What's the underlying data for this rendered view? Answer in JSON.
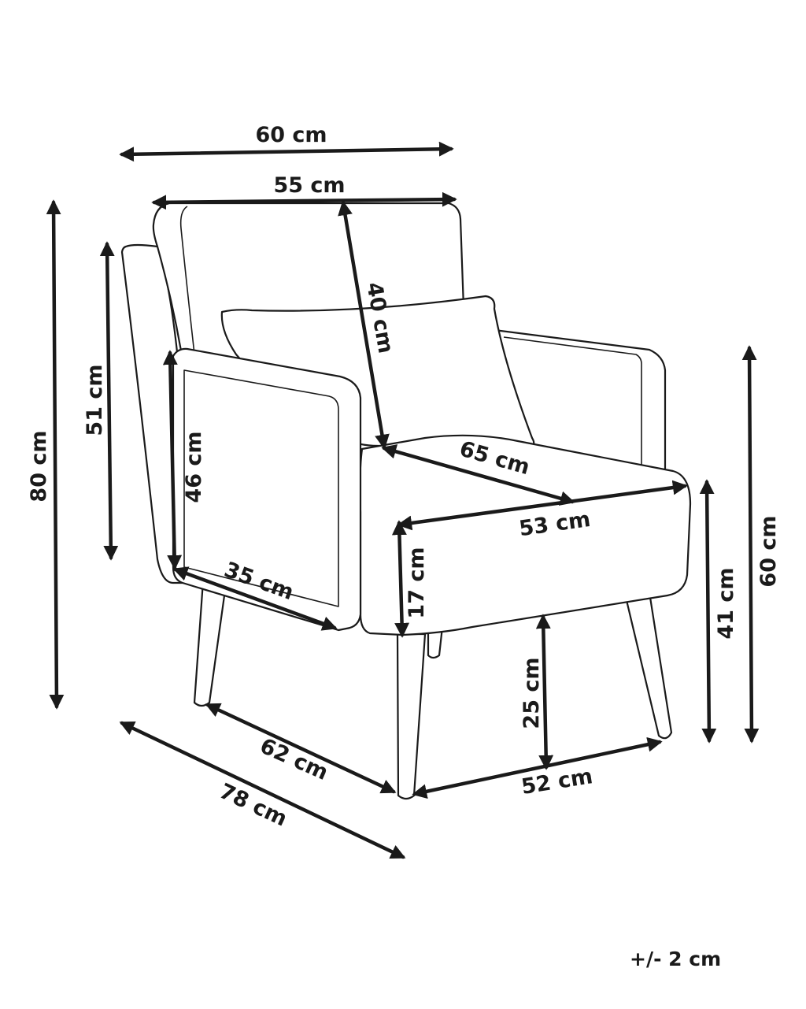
{
  "dimensions": {
    "overall_width": "60 cm",
    "backrest_width": "55 cm",
    "backrest_height": "40 cm",
    "overall_height": "80 cm",
    "side_height": "51 cm",
    "armrest_height": "46 cm",
    "armrest_depth": "35 cm",
    "seat_depth": "65 cm",
    "seat_width": "53 cm",
    "seat_thickness": "17 cm",
    "leg_height": "25 cm",
    "seat_height": "41 cm",
    "armrest_top_height": "60 cm",
    "leg_depth": "62 cm",
    "leg_width": "52 cm",
    "overall_depth": "78 cm"
  },
  "tolerance": "+/- 2 cm",
  "colors": {
    "line": "#1a1a1a",
    "background": "#ffffff"
  }
}
